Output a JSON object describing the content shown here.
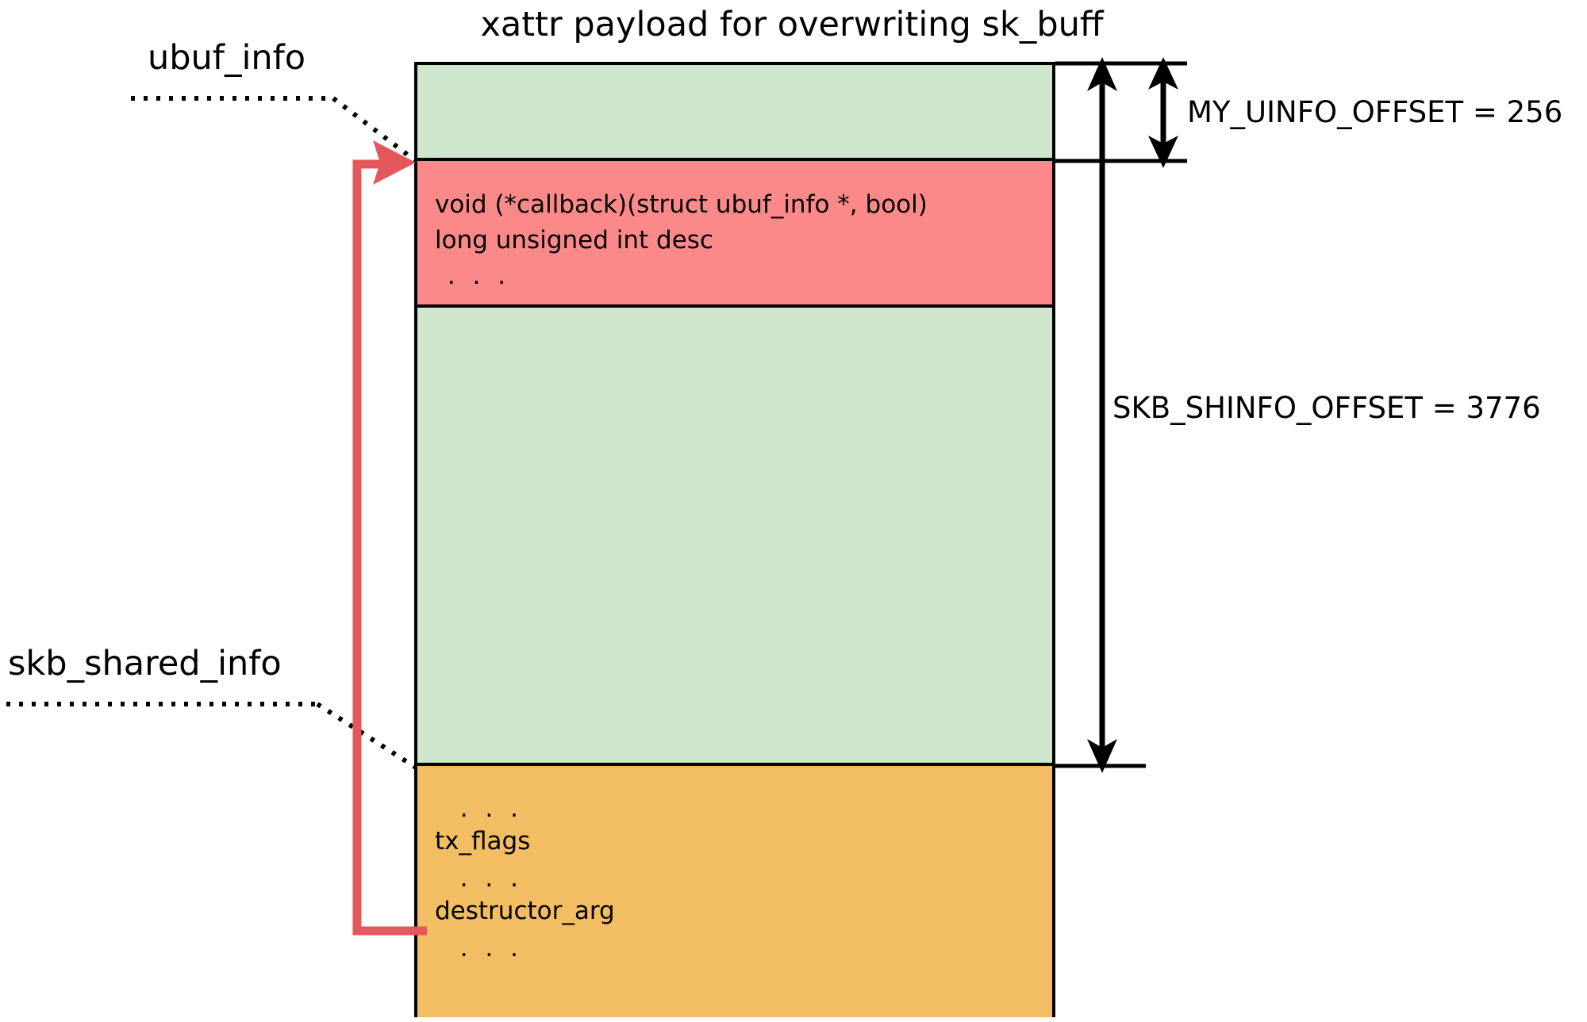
{
  "diagram": {
    "title": "xattr payload for overwriting sk_buff",
    "callouts": [
      {
        "name": "ubuf_info",
        "label": "ubuf_info"
      },
      {
        "name": "skb_shared_info",
        "label": "skb_shared_info"
      }
    ],
    "segments": [
      {
        "name": "green-filler-top",
        "color": "#cfe7cd",
        "lines": []
      },
      {
        "name": "ubuf-info-struct",
        "color": "#fb8989",
        "lines": [
          "void (*callback)(struct ubuf_info *, bool)",
          "long unsigned int desc",
          " . . ."
        ]
      },
      {
        "name": "green-filler-mid",
        "color": "#cfe7cd",
        "lines": []
      },
      {
        "name": "skb-shared-info-struct",
        "color": "#f3bd63",
        "lines": [
          "  . . .",
          "tx_flags",
          "  . . .",
          "destructor_arg",
          "  . . ."
        ]
      }
    ],
    "measurements": [
      {
        "name": "my-uinfo-offset",
        "label": "MY_UINFO_OFFSET = 256"
      },
      {
        "name": "skb-shinfo-offset",
        "label": "SKB_SHINFO_OFFSET = 3776"
      }
    ],
    "colors": {
      "green": "#cfe7cd",
      "red": "#fb8989",
      "orange": "#f3bd63",
      "pointer": "#e4575b",
      "outline": "#000000"
    }
  }
}
